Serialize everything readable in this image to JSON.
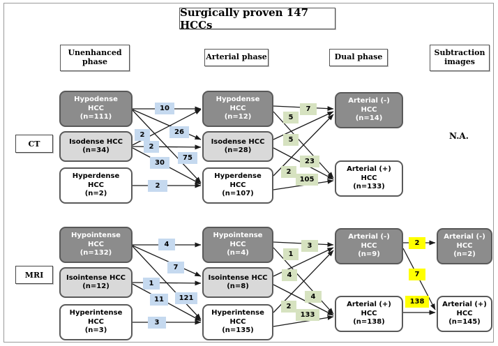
{
  "title": "Surgically proven 147 HCCs",
  "headers": [
    {
      "name": "unenhanced",
      "label": "Unenhanced\nphase"
    },
    {
      "name": "arterial",
      "label": "Arterial phase"
    },
    {
      "name": "dual",
      "label": "Dual phase"
    },
    {
      "name": "subtraction",
      "label": "Subtraction\nimages"
    }
  ],
  "header_lines": {
    "unenhanced_1": "Unenhanced",
    "unenhanced_2": "phase",
    "arterial": "Arterial phase",
    "dual": "Dual phase",
    "subtraction_1": "Subtraction",
    "subtraction_2": "images"
  },
  "rows": {
    "ct": "CT",
    "mri": "MRI"
  },
  "na_text": "N.A.",
  "ct": {
    "unenhanced": [
      {
        "name": "hypodense",
        "l1": "Hypodense",
        "l2": "HCC",
        "n": "(n=111)",
        "shade": "dark"
      },
      {
        "name": "isodense",
        "l1": "Isodense HCC",
        "l2": "",
        "n": "(n=34)",
        "shade": "light"
      },
      {
        "name": "hyperdense",
        "l1": "Hyperdense",
        "l2": "HCC",
        "n": "(n=2)",
        "shade": "white"
      }
    ],
    "arterial": [
      {
        "name": "hypodense",
        "l1": "Hypodense",
        "l2": "HCC",
        "n": "(n=12)",
        "shade": "dark"
      },
      {
        "name": "isodense",
        "l1": "Isodense HCC",
        "l2": "",
        "n": "(n=28)",
        "shade": "light"
      },
      {
        "name": "hyperdense",
        "l1": "Hyperdense",
        "l2": "HCC",
        "n": "(n=107)",
        "shade": "white"
      }
    ],
    "dual": [
      {
        "name": "arterial-negative",
        "l1": "Arterial (-)",
        "l2": "HCC",
        "n": "(n=14)",
        "shade": "dark"
      },
      {
        "name": "arterial-positive",
        "l1": "Arterial (+)",
        "l2": "HCC",
        "n": "(n=133)",
        "shade": "white"
      }
    ],
    "unenhanced_to_arterial": [
      {
        "from": "hypodense",
        "to": "hypodense",
        "value": "10"
      },
      {
        "from": "hypodense",
        "to": "isodense",
        "value": "26"
      },
      {
        "from": "hypodense",
        "to": "hyperdense",
        "value": "75"
      },
      {
        "from": "isodense",
        "to": "hypodense",
        "value": "2"
      },
      {
        "from": "isodense",
        "to": "isodense",
        "value": "2"
      },
      {
        "from": "isodense",
        "to": "hyperdense",
        "value": "30"
      },
      {
        "from": "hyperdense",
        "to": "hyperdense",
        "value": "2"
      }
    ],
    "arterial_to_dual": [
      {
        "from": "hypodense",
        "to": "arterial-negative",
        "value": "7"
      },
      {
        "from": "hypodense",
        "to": "arterial-positive",
        "value": "5"
      },
      {
        "from": "isodense",
        "to": "arterial-negative",
        "value": "5"
      },
      {
        "from": "isodense",
        "to": "arterial-positive",
        "value": "23"
      },
      {
        "from": "hyperdense",
        "to": "arterial-negative",
        "value": "2"
      },
      {
        "from": "hyperdense",
        "to": "arterial-positive",
        "value": "105"
      }
    ]
  },
  "mri": {
    "unenhanced": [
      {
        "name": "hypointense",
        "l1": "Hypointense",
        "l2": "HCC",
        "n": "(n=132)",
        "shade": "dark"
      },
      {
        "name": "isointense",
        "l1": "Isointense HCC",
        "l2": "",
        "n": "(n=12)",
        "shade": "light"
      },
      {
        "name": "hyperintense",
        "l1": "Hyperintense",
        "l2": "HCC",
        "n": "(n=3)",
        "shade": "white"
      }
    ],
    "arterial": [
      {
        "name": "hypointense",
        "l1": "Hypointense",
        "l2": "HCC",
        "n": "(n=4)",
        "shade": "dark"
      },
      {
        "name": "isointense",
        "l1": "Isointense HCC",
        "l2": "",
        "n": "(n=8)",
        "shade": "light"
      },
      {
        "name": "hyperintense",
        "l1": "Hyperintense",
        "l2": "HCC",
        "n": "(n=135)",
        "shade": "white"
      }
    ],
    "dual": [
      {
        "name": "arterial-negative",
        "l1": "Arterial (-)",
        "l2": "HCC",
        "n": "(n=9)",
        "shade": "dark"
      },
      {
        "name": "arterial-positive",
        "l1": "Arterial (+)",
        "l2": "HCC",
        "n": "(n=138)",
        "shade": "white"
      }
    ],
    "subtraction": [
      {
        "name": "arterial-negative",
        "l1": "Arterial (-)",
        "l2": "HCC",
        "n": "(n=2)",
        "shade": "dark"
      },
      {
        "name": "arterial-positive",
        "l1": "Arterial (+)",
        "l2": "HCC",
        "n": "(n=145)",
        "shade": "white"
      }
    ],
    "unenhanced_to_arterial": [
      {
        "from": "hypointense",
        "to": "hypointense",
        "value": "4"
      },
      {
        "from": "hypointense",
        "to": "isointense",
        "value": "7"
      },
      {
        "from": "hypointense",
        "to": "hyperintense",
        "value": "121"
      },
      {
        "from": "isointense",
        "to": "isointense",
        "value": "1"
      },
      {
        "from": "isointense",
        "to": "hyperintense",
        "value": "11"
      },
      {
        "from": "hyperintense",
        "to": "hyperintense",
        "value": "3"
      }
    ],
    "arterial_to_dual": [
      {
        "from": "hypointense",
        "to": "arterial-negative",
        "value": "3"
      },
      {
        "from": "hypointense",
        "to": "arterial-positive",
        "value": "1"
      },
      {
        "from": "isointense",
        "to": "arterial-negative",
        "value": "4"
      },
      {
        "from": "isointense",
        "to": "arterial-positive",
        "value": "4"
      },
      {
        "from": "hyperintense",
        "to": "arterial-negative",
        "value": "2"
      },
      {
        "from": "hyperintense",
        "to": "arterial-positive",
        "value": "133"
      }
    ],
    "dual_to_subtraction": [
      {
        "from": "arterial-negative",
        "to": "arterial-negative",
        "value": "2"
      },
      {
        "from": "arterial-negative",
        "to": "arterial-positive",
        "value": "7"
      },
      {
        "from": "arterial-positive",
        "to": "arterial-positive",
        "value": "138"
      }
    ]
  },
  "colors": {
    "blue_label": "#c5d9ef",
    "green_label": "#d6e2c0",
    "yellow_label": "#ffff00",
    "node_dark": "#8c8c8c",
    "node_light": "#d9d9d9",
    "node_white": "#ffffff",
    "border": "#595959"
  }
}
